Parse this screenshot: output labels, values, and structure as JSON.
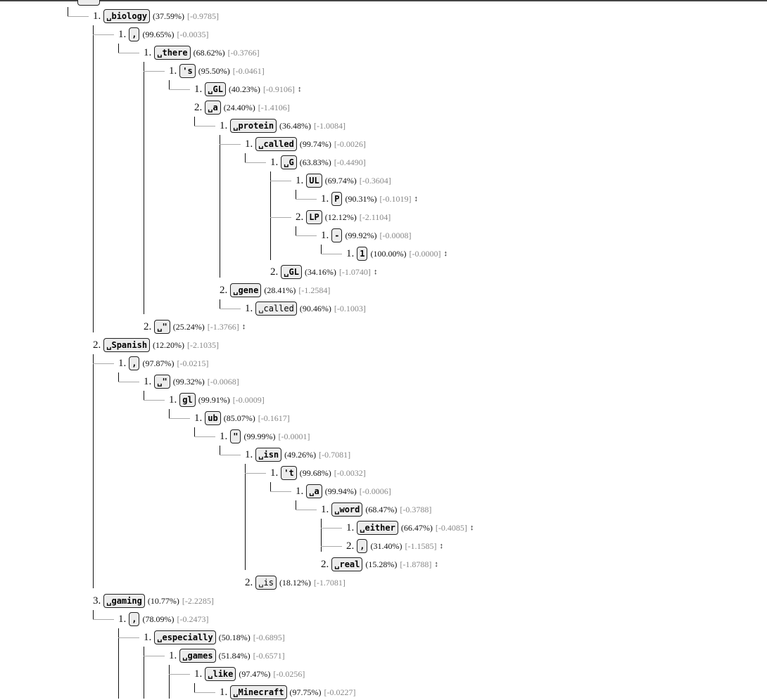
{
  "more_icon": "↕",
  "tree": [
    {
      "num": "1.",
      "token": "␣biology",
      "bold": true,
      "prob": "(37.59%)",
      "logit": "[-0.9785]",
      "children": [
        {
          "num": "1.",
          "token": ",",
          "bold": true,
          "prob": "(99.65%)",
          "logit": "[-0.0035]",
          "children": [
            {
              "num": "1.",
              "token": "␣there",
              "bold": true,
              "prob": "(68.62%)",
              "logit": "[-0.3766]",
              "children": [
                {
                  "num": "1.",
                  "token": "'s",
                  "bold": true,
                  "prob": "(95.50%)",
                  "logit": "[-0.0461]",
                  "children": [
                    {
                      "num": "1.",
                      "token": "␣GL",
                      "bold": true,
                      "prob": "(40.23%)",
                      "logit": "[-0.9106]",
                      "more": true
                    },
                    {
                      "num": "2.",
                      "token": "␣a",
                      "bold": true,
                      "prob": "(24.40%)",
                      "logit": "[-1.4106]",
                      "children": [
                        {
                          "num": "1.",
                          "token": "␣protein",
                          "bold": true,
                          "prob": "(36.48%)",
                          "logit": "[-1.0084]",
                          "children": [
                            {
                              "num": "1.",
                              "token": "␣called",
                              "bold": true,
                              "prob": "(99.74%)",
                              "logit": "[-0.0026]",
                              "children": [
                                {
                                  "num": "1.",
                                  "token": "␣G",
                                  "bold": true,
                                  "prob": "(63.83%)",
                                  "logit": "[-0.4490]",
                                  "children": [
                                    {
                                      "num": "1.",
                                      "token": "UL",
                                      "bold": true,
                                      "prob": "(69.74%)",
                                      "logit": "[-0.3604]",
                                      "children": [
                                        {
                                          "num": "1.",
                                          "token": "P",
                                          "bold": true,
                                          "prob": "(90.31%)",
                                          "logit": "[-0.1019]",
                                          "more": true
                                        }
                                      ]
                                    },
                                    {
                                      "num": "2.",
                                      "token": "LP",
                                      "bold": true,
                                      "prob": "(12.12%)",
                                      "logit": "[-2.1104]",
                                      "children": [
                                        {
                                          "num": "1.",
                                          "token": "-",
                                          "bold": true,
                                          "prob": "(99.92%)",
                                          "logit": "[-0.0008]",
                                          "children": [
                                            {
                                              "num": "1.",
                                              "token": "1",
                                              "bold": true,
                                              "prob": "(100.00%)",
                                              "logit": "[-0.0000]",
                                              "more": true
                                            }
                                          ]
                                        }
                                      ]
                                    }
                                  ]
                                },
                                {
                                  "num": "2.",
                                  "token": "␣GL",
                                  "bold": true,
                                  "prob": "(34.16%)",
                                  "logit": "[-1.0740]",
                                  "more": true
                                }
                              ]
                            }
                          ]
                        },
                        {
                          "num": "2.",
                          "token": "␣gene",
                          "bold": true,
                          "prob": "(28.41%)",
                          "logit": "[-1.2584]",
                          "children": [
                            {
                              "num": "1.",
                              "token": "␣called",
                              "bold": false,
                              "prob": "(90.46%)",
                              "logit": "[-0.1003]"
                            }
                          ]
                        }
                      ]
                    }
                  ]
                }
              ]
            },
            {
              "num": "2.",
              "token": "␣\"",
              "bold": true,
              "prob": "(25.24%)",
              "logit": "[-1.3766]",
              "more": true
            }
          ]
        }
      ]
    },
    {
      "num": "2.",
      "token": "␣Spanish",
      "bold": true,
      "prob": "(12.20%)",
      "logit": "[-2.1035]",
      "children": [
        {
          "num": "1.",
          "token": ",",
          "bold": true,
          "prob": "(97.87%)",
          "logit": "[-0.0215]",
          "children": [
            {
              "num": "1.",
              "token": "␣\"",
              "bold": true,
              "prob": "(99.32%)",
              "logit": "[-0.0068]",
              "children": [
                {
                  "num": "1.",
                  "token": "gl",
                  "bold": true,
                  "prob": "(99.91%)",
                  "logit": "[-0.0009]",
                  "children": [
                    {
                      "num": "1.",
                      "token": "ub",
                      "bold": true,
                      "prob": "(85.07%)",
                      "logit": "[-0.1617]",
                      "children": [
                        {
                          "num": "1.",
                          "token": "\"",
                          "bold": true,
                          "prob": "(99.99%)",
                          "logit": "[-0.0001]",
                          "children": [
                            {
                              "num": "1.",
                              "token": "␣isn",
                              "bold": true,
                              "prob": "(49.26%)",
                              "logit": "[-0.7081]",
                              "children": [
                                {
                                  "num": "1.",
                                  "token": "'t",
                                  "bold": true,
                                  "prob": "(99.68%)",
                                  "logit": "[-0.0032]",
                                  "children": [
                                    {
                                      "num": "1.",
                                      "token": "␣a",
                                      "bold": true,
                                      "prob": "(99.94%)",
                                      "logit": "[-0.0006]",
                                      "children": [
                                        {
                                          "num": "1.",
                                          "token": "␣word",
                                          "bold": true,
                                          "prob": "(68.47%)",
                                          "logit": "[-0.3788]",
                                          "children": [
                                            {
                                              "num": "1.",
                                              "token": "␣either",
                                              "bold": true,
                                              "prob": "(66.47%)",
                                              "logit": "[-0.4085]",
                                              "more": true
                                            },
                                            {
                                              "num": "2.",
                                              "token": ",",
                                              "bold": true,
                                              "prob": "(31.40%)",
                                              "logit": "[-1.1585]",
                                              "more": true
                                            }
                                          ]
                                        },
                                        {
                                          "num": "2.",
                                          "token": "␣real",
                                          "bold": true,
                                          "prob": "(15.28%)",
                                          "logit": "[-1.8788]",
                                          "more": true
                                        }
                                      ]
                                    }
                                  ]
                                }
                              ]
                            },
                            {
                              "num": "2.",
                              "token": "␣is",
                              "bold": false,
                              "prob": "(18.12%)",
                              "logit": "[-1.7081]"
                            }
                          ]
                        }
                      ]
                    }
                  ]
                }
              ]
            }
          ]
        }
      ]
    },
    {
      "num": "3.",
      "token": "␣gaming",
      "bold": true,
      "prob": "(10.77%)",
      "logit": "[-2.2285]",
      "children": [
        {
          "num": "1.",
          "token": ",",
          "bold": true,
          "prob": "(78.09%)",
          "logit": "[-0.2473]",
          "children": [
            {
              "num": "1.",
              "token": "␣especially",
              "bold": true,
              "prob": "(50.18%)",
              "logit": "[-0.6895]",
              "children": [
                {
                  "num": "1.",
                  "token": "␣games",
                  "bold": true,
                  "prob": "(51.84%)",
                  "logit": "[-0.6571]",
                  "children": [
                    {
                      "num": "1.",
                      "token": "␣like",
                      "bold": true,
                      "prob": "(97.47%)",
                      "logit": "[-0.0256]",
                      "children": [
                        {
                          "num": "1.",
                          "token": "␣Minecraft",
                          "bold": true,
                          "prob": "(97.75%)",
                          "logit": "[-0.0227]"
                        }
                      ]
                    }
                  ]
                }
              ]
            }
          ]
        }
      ]
    }
  ]
}
